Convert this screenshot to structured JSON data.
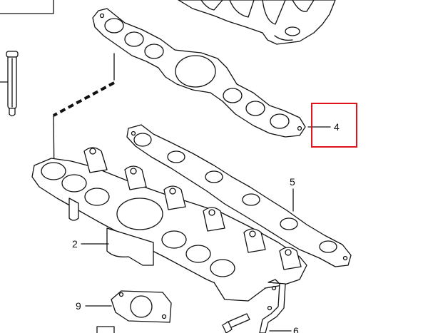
{
  "callouts": [
    {
      "id": "part-4",
      "label": "4"
    },
    {
      "id": "part-5",
      "label": "5"
    },
    {
      "id": "part-2",
      "label": "2"
    },
    {
      "id": "part-9",
      "label": "9"
    },
    {
      "id": "part-6",
      "label": "6"
    }
  ],
  "highlight_color": "#e0131a",
  "line_color": "#111111"
}
